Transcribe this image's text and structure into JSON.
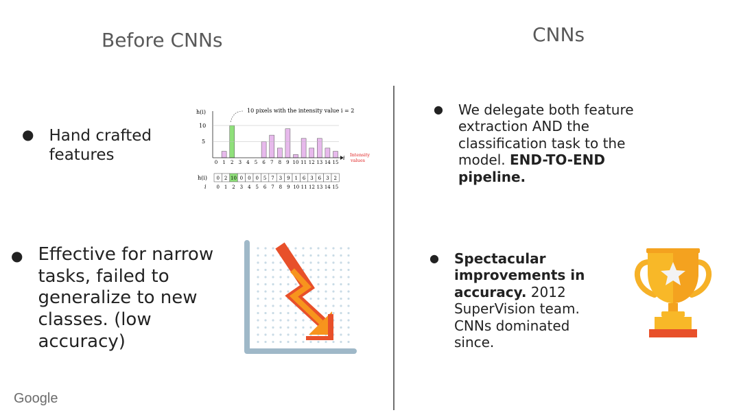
{
  "left": {
    "heading": "Before CNNs",
    "bullet1": "Hand crafted features",
    "bullet2": "Effective for narrow tasks, failed to generalize to new classes. (low accuracy)"
  },
  "right": {
    "heading": "CNNs",
    "bullet1": {
      "plain": "We delegate both feature extraction AND the classification task to the model. ",
      "bold": "END-TO-END pipeline."
    },
    "bullet2": {
      "bold": "Spectacular improvements in accuracy.",
      "plain": " 2012 SuperVision team. CNNs dominated since."
    }
  },
  "histogram": {
    "y_axis_label": "h(i)",
    "x_axis_label": "i",
    "annotation": "10 pixels with the intensity value i = 2",
    "legend_label_line1": "Intensity",
    "legend_label_line2": "values",
    "y_ticks": [
      "10",
      "5"
    ],
    "x_ticks": [
      "0",
      "1",
      "2",
      "3",
      "4",
      "5",
      "6",
      "7",
      "8",
      "9",
      "10",
      "11",
      "12",
      "13",
      "14",
      "15"
    ],
    "values": [
      0,
      2,
      10,
      0,
      0,
      0,
      5,
      7,
      3,
      9,
      1,
      6,
      3,
      6,
      3,
      2
    ],
    "highlight_index": 2,
    "table_row_label_h": "h(i)",
    "table_row_label_i": "i",
    "colors": {
      "bar": "#e7b9ec",
      "highlight": "#8fe07a",
      "axis_label_red": "#e02020"
    }
  },
  "icons": {
    "downtrend": "downtrend-chart-icon",
    "trophy": "trophy-icon"
  },
  "footer": {
    "logo_text": "Google"
  }
}
